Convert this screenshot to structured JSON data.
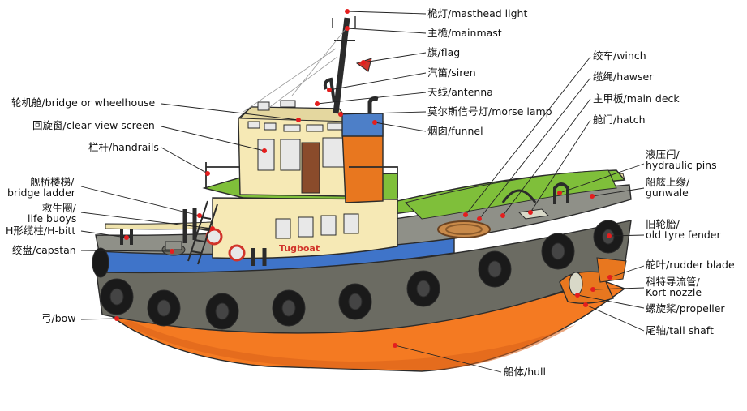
{
  "labels": {
    "masthead_light": "桅灯/masthead light",
    "mainmast": "主桅/mainmast",
    "flag": "旗/flag",
    "siren": "汽笛/siren",
    "antenna": "天线/antenna",
    "morse_lamp": "莫尔斯信号灯/morse lamp",
    "funnel": "烟囱/funnel",
    "bridge": "轮机舱/bridge or wheelhouse",
    "clear_view_screen": "回旋窗/clear view screen",
    "handrails": "栏杆/handrails",
    "bridge_ladder_1": "舰桥楼梯/",
    "bridge_ladder_2": "bridge ladder",
    "life_buoys_1": "救生圈/",
    "life_buoys_2": "life buoys",
    "h_bitt": "H形缆柱/H-bitt",
    "capstan": "绞盘/capstan",
    "bow": "弓/bow",
    "winch": "绞车/winch",
    "hawser": "缆绳/hawser",
    "main_deck": "主甲板/main deck",
    "hatch": "舱门/hatch",
    "hydraulic_pins_1": "液压闩/",
    "hydraulic_pins_2": "hydraulic pins",
    "gunwale_1": "船舷上缘/",
    "gunwale_2": "gunwale",
    "old_tyre_fender_1": "旧轮胎/",
    "old_tyre_fender_2": "old tyre fender",
    "rudder_blade": "舵叶/rudder blade",
    "kort_nozzle_1": "科特导流管/",
    "kort_nozzle_2": "Kort nozzle",
    "propeller": "螺旋桨/propeller",
    "tail_shaft": "尾轴/tail shaft",
    "hull": "船体/hull"
  },
  "boat_name": "Tugboat",
  "colors": {
    "hull_orange": "#f47a22",
    "hull_dark": "#6b6b62",
    "stripe_blue": "#3f74c9",
    "deck_green": "#7fbf3a",
    "cabin_cream": "#f6e9b5",
    "funnel_orange": "#e8771f",
    "funnel_blue": "#4d7fc8",
    "tyre_black": "#1a1a1a",
    "marker_red": "#e41e1e"
  }
}
